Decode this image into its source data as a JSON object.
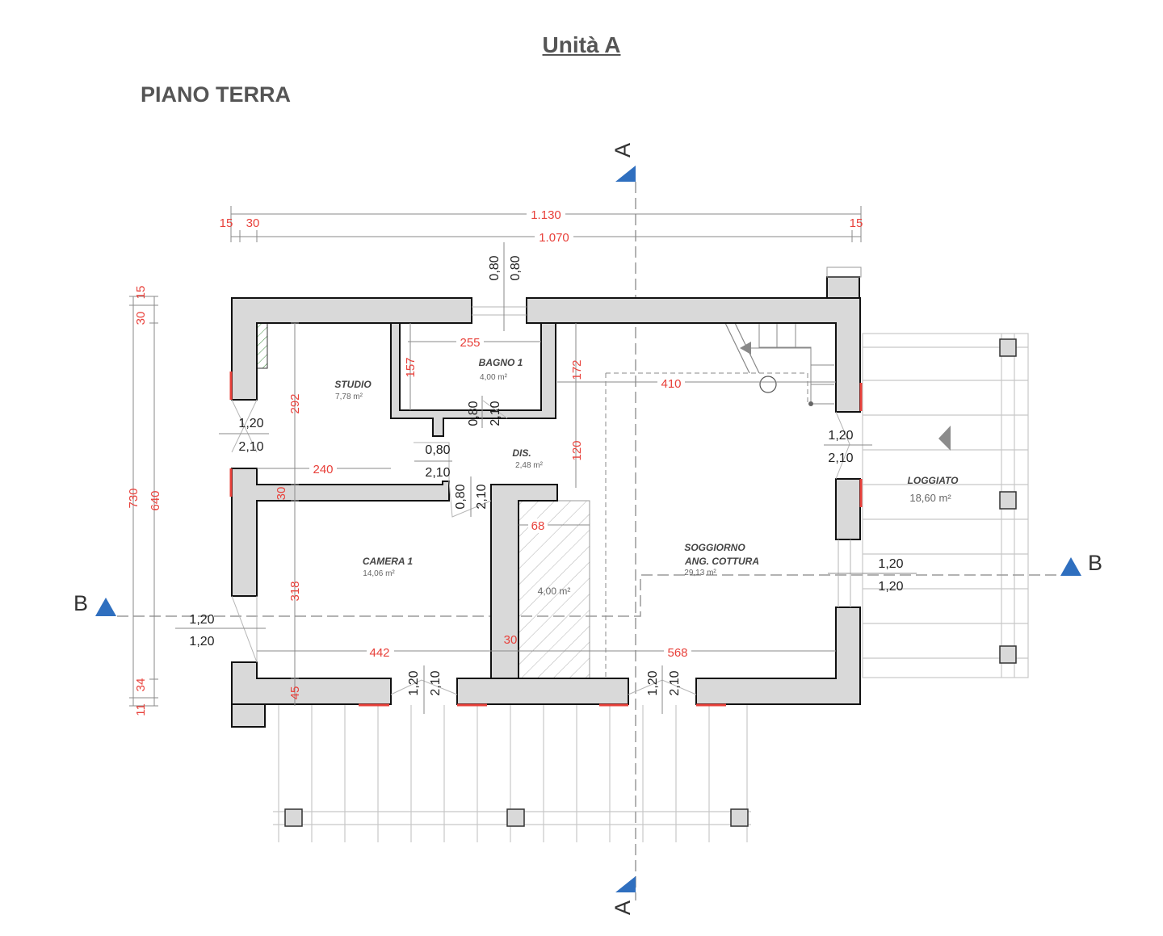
{
  "header": {
    "title": "Unità A",
    "floor": "PIANO TERRA"
  },
  "sections": {
    "a_top": "A",
    "a_bottom": "A",
    "b_left": "B",
    "b_right": "B"
  },
  "rooms": {
    "studio": {
      "name": "STUDIO",
      "area": "7,78 m²"
    },
    "bagno": {
      "name": "BAGNO 1",
      "area": "4,00 m²"
    },
    "dis": {
      "name": "DIS.",
      "area": "2,48 m²"
    },
    "camera": {
      "name": "CAMERA 1",
      "area": "14,06 m²"
    },
    "soggiorno": {
      "name": "SOGGIORNO",
      "name2": "ANG. COTTURA",
      "area": "29,13 m²"
    },
    "loggiato": {
      "name": "LOGGIATO",
      "area": "18,60 m²"
    },
    "hatched": {
      "area": "4,00 m²"
    }
  },
  "dimensions": {
    "top_total": "1.130",
    "top_inner": "1.070",
    "top_left_a": "15",
    "top_left_b": "30",
    "top_right": "15",
    "left_total": "730",
    "left_inner": "640",
    "left_top_a": "15",
    "left_top_b": "30",
    "left_bot_a": "34",
    "left_bot_b": "11",
    "bagno_w": "255",
    "bagno_h": "157",
    "studio_h": "292",
    "studio_w": "240",
    "wall_30a": "30",
    "camera_h": "318",
    "wall_45": "45",
    "dis_172": "172",
    "dis_120": "120",
    "sogg_410": "410",
    "hatch_68": "68",
    "bottom_442": "442",
    "wall_30b": "30",
    "bottom_568": "568"
  },
  "openings": {
    "top_door": {
      "w": "0,80",
      "h": "0,80"
    },
    "studio_win": {
      "w": "1,20",
      "h": "2,10"
    },
    "bagno_door": {
      "w": "0,80",
      "h": "2,10"
    },
    "studio_door": {
      "w": "0,80",
      "h": "2,10"
    },
    "camera_door": {
      "w": "0,80",
      "h": "2,10"
    },
    "camera_win": {
      "w": "1,20",
      "h": "1,20"
    },
    "bottom_door1": {
      "w": "1,20",
      "h": "2,10"
    },
    "bottom_door2": {
      "w": "1,20",
      "h": "2,10"
    },
    "right_door": {
      "w": "1,20",
      "h": "2,10"
    },
    "right_win": {
      "w": "1,20",
      "h": "1,20"
    }
  },
  "colors": {
    "dimension": "#e8403a",
    "section_marker": "#2f6fbf",
    "wall_fill": "#d9d9d9"
  }
}
